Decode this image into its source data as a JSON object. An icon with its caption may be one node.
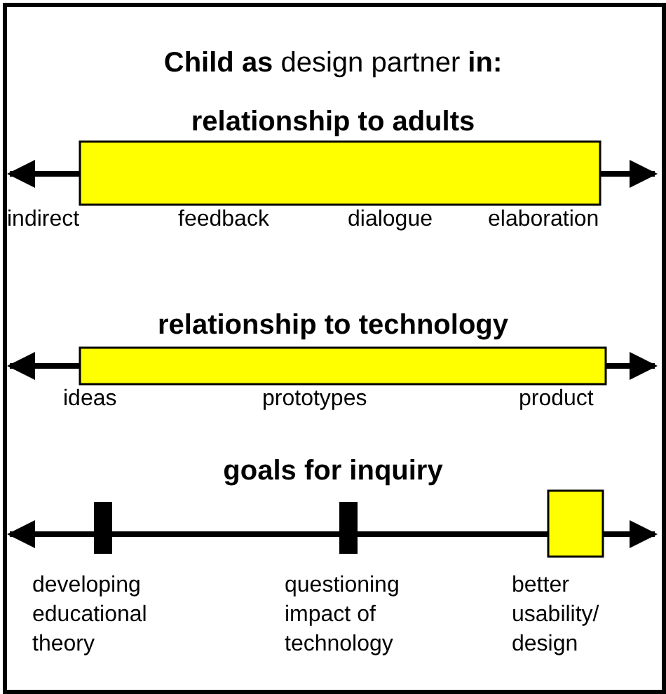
{
  "diagram": {
    "title": "**Child as** design partner **in:**",
    "labels": [
      "relationship to adults",
      "indirect",
      "feedback",
      "dialogue",
      "elaboration",
      "relationship to technology",
      "ideas",
      "prototypes",
      "product",
      "goals for inquiry",
      "developing educational theory",
      "questioning impact of technology",
      "better usability/ design"
    ]
  }
}
